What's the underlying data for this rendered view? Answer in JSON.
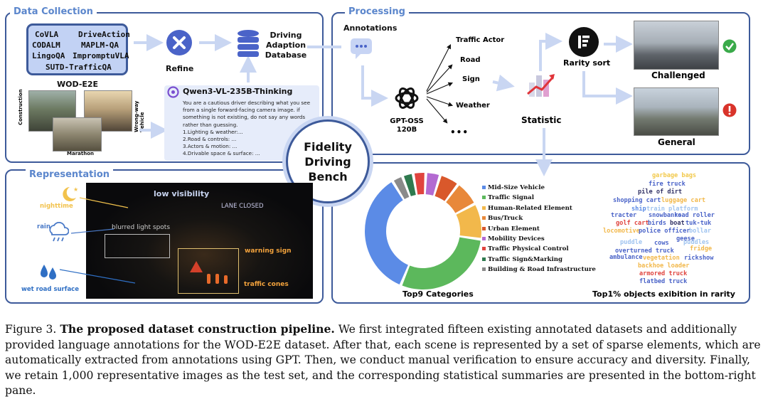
{
  "panels": {
    "data_collection": "Data Collection",
    "processing": "Processing",
    "representation": "Representation"
  },
  "datasets": [
    "CoVLA",
    "DriveAction",
    "CODALM",
    "MAPLM-QA",
    "LingoQA",
    "ImpromptuVLA",
    "SUTD-TrafficQA"
  ],
  "wod": "WOD-E2E",
  "photo_labels": {
    "construction": "Construction",
    "wrongway": "Wrong-way Vehicle",
    "marathon": "Marathon"
  },
  "refine": "Refine",
  "database": "Driving Adaption Database",
  "model": "Qwen3-VL-235B-Thinking",
  "prompt": "You are a cautious driver describing what you see from a single forward-facing camera image. if something is not existing, do not say any words rather than guessing.",
  "prompt_items": [
    "1.Lighting & weather:...",
    "2.Road & controls: ...",
    "3.Actors & motion: ...",
    "4.Drivable space & surface: ..."
  ],
  "annotations": "Annotations",
  "gpt": "GPT-OSS 120B",
  "elements": [
    "Traffic Actor",
    "Road",
    "Sign",
    "Weather",
    "•••"
  ],
  "statistic": "Statistic",
  "rarity": "Rarity sort",
  "challenged": "Challenged",
  "general": "General",
  "center": "Fidelity Driving Bench",
  "representation": {
    "nighttime": "nighttime",
    "rain": "rain",
    "wet_road": "wet road surface",
    "low_visibility": "low visibility",
    "blurred": "blurred light spots",
    "lane_closed": "LANE CLOSED",
    "warning_sign": "warning sign",
    "traffic_cones": "traffic cones"
  },
  "colors": {
    "accent": "#3d5a9a",
    "title": "#5b86cc",
    "icon": "#4a63c8",
    "check": "#3aaa4a",
    "alert": "#d9342b"
  },
  "chart_data": {
    "type": "pie",
    "title": "Top9 Categories",
    "categories": [
      "Mid-Size Vehicle",
      "Traffic Signal",
      "Human-Related Element",
      "Bus/Truck",
      "Urban Element",
      "Mobility Devices",
      "Traffic Physical Control",
      "Traffic Sign&Marking",
      "Building & Road Infrastructure"
    ],
    "values": [
      35.0,
      29.0,
      10.0,
      7.0,
      5.5,
      4.0,
      3.5,
      3.0,
      3.0
    ],
    "colors": [
      "#5b8be6",
      "#5cb85c",
      "#f2b84b",
      "#e8883a",
      "#d9582b",
      "#b36ad1",
      "#e0443e",
      "#2f7a4f",
      "#8a8a8a"
    ],
    "donut": true
  },
  "wordcloud_title": "Top1% objects exibition in rarity",
  "words": [
    {
      "t": "garbage bags",
      "c": "#f2c94c"
    },
    {
      "t": "fire truck",
      "c": "#4a63c8"
    },
    {
      "t": "pile of dirt",
      "c": "#333366"
    },
    {
      "t": "shopping cart",
      "c": "#4a63c8"
    },
    {
      "t": "luggage cart",
      "c": "#f2b84b"
    },
    {
      "t": "ship",
      "c": "#5b8be6"
    },
    {
      "t": "train platform",
      "c": "#a0c4f0"
    },
    {
      "t": "tracter",
      "c": "#4a63c8"
    },
    {
      "t": "snowbanks",
      "c": "#4a63c8"
    },
    {
      "t": "road roller",
      "c": "#4a63c8"
    },
    {
      "t": "golf cart",
      "c": "#e0443e"
    },
    {
      "t": "birds",
      "c": "#4a63c8"
    },
    {
      "t": "boat",
      "c": "#333366"
    },
    {
      "t": "tuk-tuk",
      "c": "#4a63c8"
    },
    {
      "t": "locomotive",
      "c": "#f2b84b"
    },
    {
      "t": "police officer",
      "c": "#4a63c8"
    },
    {
      "t": "bollar",
      "c": "#a0c4f0"
    },
    {
      "t": "geese",
      "c": "#4a63c8"
    },
    {
      "t": "puddle",
      "c": "#a0c4f0"
    },
    {
      "t": "cows",
      "c": "#4a63c8"
    },
    {
      "t": "puddles",
      "c": "#a0c4f0"
    },
    {
      "t": "overturned truck",
      "c": "#4a63c8"
    },
    {
      "t": "fridge",
      "c": "#f2b84b"
    },
    {
      "t": "ambulance",
      "c": "#4a63c8"
    },
    {
      "t": "vegetation",
      "c": "#f2b84b"
    },
    {
      "t": "rickshow",
      "c": "#4a63c8"
    },
    {
      "t": "backhoe loader",
      "c": "#f2b84b"
    },
    {
      "t": "armored truck",
      "c": "#e0443e"
    },
    {
      "t": "flatbed truck",
      "c": "#4a63c8"
    }
  ],
  "caption": {
    "lead": "Figure 3. ",
    "bold": "The proposed dataset construction pipeline.",
    "text": " We first integrated fifteen existing annotated datasets and additionally provided language annotations for the WOD-E2E dataset. After that, each scene is represented by a set of sparse elements, which are automatically extracted from annotations using GPT. Then, we conduct manual verification to ensure accuracy and diversity. Finally, we retain 1,000 representative images as the test set, and the corresponding statistical summaries are presented in the bottom-right pane."
  }
}
